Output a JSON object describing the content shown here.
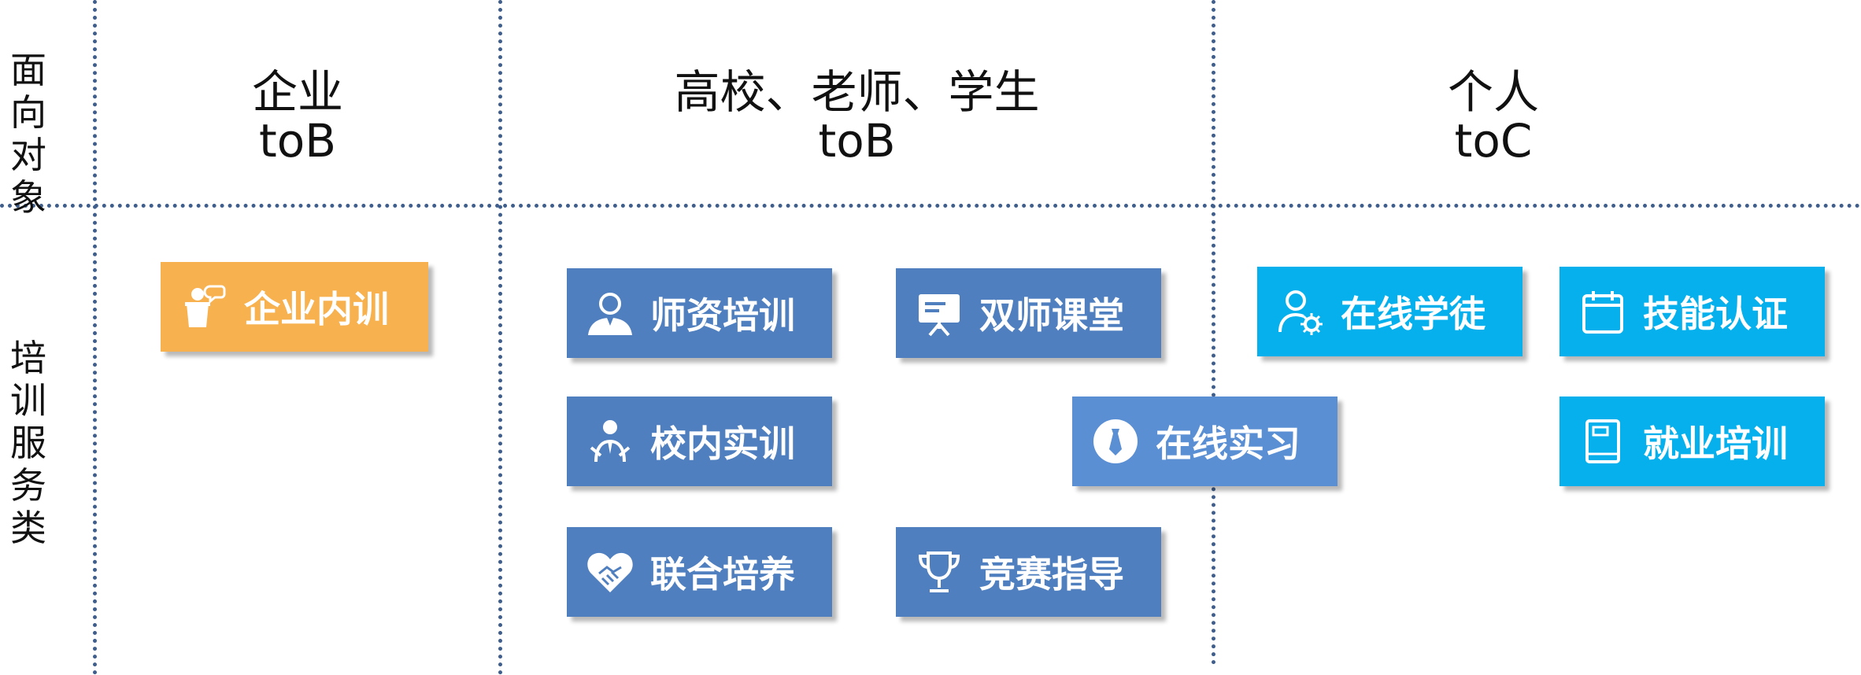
{
  "row_labels": {
    "audience": [
      "面",
      "向",
      "对",
      "象"
    ],
    "services": [
      "培",
      "训",
      "服",
      "务",
      "类"
    ]
  },
  "columns": [
    {
      "title": "企业",
      "subtitle": "toB"
    },
    {
      "title": "高校、老师、学生",
      "subtitle": "toB"
    },
    {
      "title": "个人",
      "subtitle": "toC"
    }
  ],
  "cards": {
    "enterprise_training": {
      "label": "企业内训",
      "icon": "speaker-podium-icon",
      "color": "#f8b14f"
    },
    "teacher_training": {
      "label": "师资培训",
      "icon": "teacher-icon",
      "color": "#4f7fbf"
    },
    "dual_teacher_class": {
      "label": "双师课堂",
      "icon": "presentation-board-icon",
      "color": "#4f7fbf"
    },
    "campus_practice": {
      "label": "校内实训",
      "icon": "student-icon",
      "color": "#4f7fbf"
    },
    "online_internship": {
      "label": "在线实习",
      "icon": "tie-icon",
      "color": "#5b8fd4"
    },
    "joint_cultivation": {
      "label": "联合培养",
      "icon": "handshake-heart-icon",
      "color": "#4f7fbf"
    },
    "competition_guidance": {
      "label": "竞赛指导",
      "icon": "trophy-icon",
      "color": "#4f7fbf"
    },
    "online_apprentice": {
      "label": "在线学徒",
      "icon": "user-gear-icon",
      "color": "#05b0ec"
    },
    "skill_certification": {
      "label": "技能认证",
      "icon": "calendar-icon",
      "color": "#05b0ec"
    },
    "employment_training": {
      "label": "就业培训",
      "icon": "book-icon",
      "color": "#05b0ec"
    }
  }
}
